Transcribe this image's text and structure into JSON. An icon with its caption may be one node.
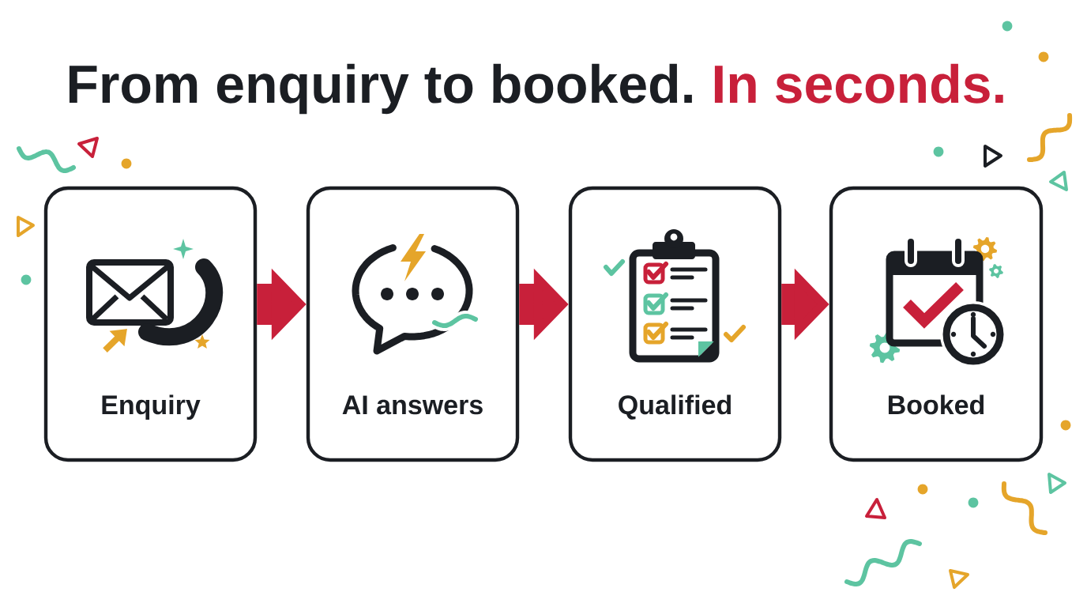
{
  "diagram": {
    "title": "From enquiry to booked.",
    "nodes": [
      {
        "text": [
          "Enquiry"
        ]
      },
      {
        "text": [
          "AI answers"
        ]
      },
      {
        "text": [
          "Qualified"
        ]
      },
      {
        "text": [
          "Booked"
        ]
      }
    ],
    "edges": [
      {
        "from": 0,
        "to": 1,
        "arrow": "to"
      },
      {
        "from": 1,
        "to": 2,
        "arrow": "to"
      },
      {
        "from": 2,
        "to": 3,
        "arrow": "to"
      }
    ],
    "labels": [
      "In seconds."
    ]
  }
}
